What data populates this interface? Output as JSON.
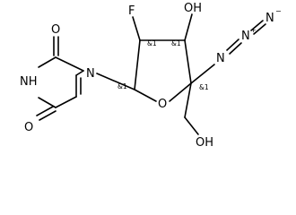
{
  "molecule": {
    "atoms": {
      "o_top": "O",
      "nh": "NH",
      "o_bottom": "O",
      "n1": "N",
      "f": "F",
      "oh_top": "OH",
      "o_ring": "O",
      "n_azide1": "N",
      "n_azide2": "N",
      "n_azide3": "N",
      "oh_bottom": "OH"
    },
    "charges": {
      "azide_plus": "+",
      "azide_minus": "−"
    },
    "stereo_labels": {
      "c2": "&1",
      "c3": "&1",
      "c1": "&1",
      "c4": "&1"
    }
  }
}
